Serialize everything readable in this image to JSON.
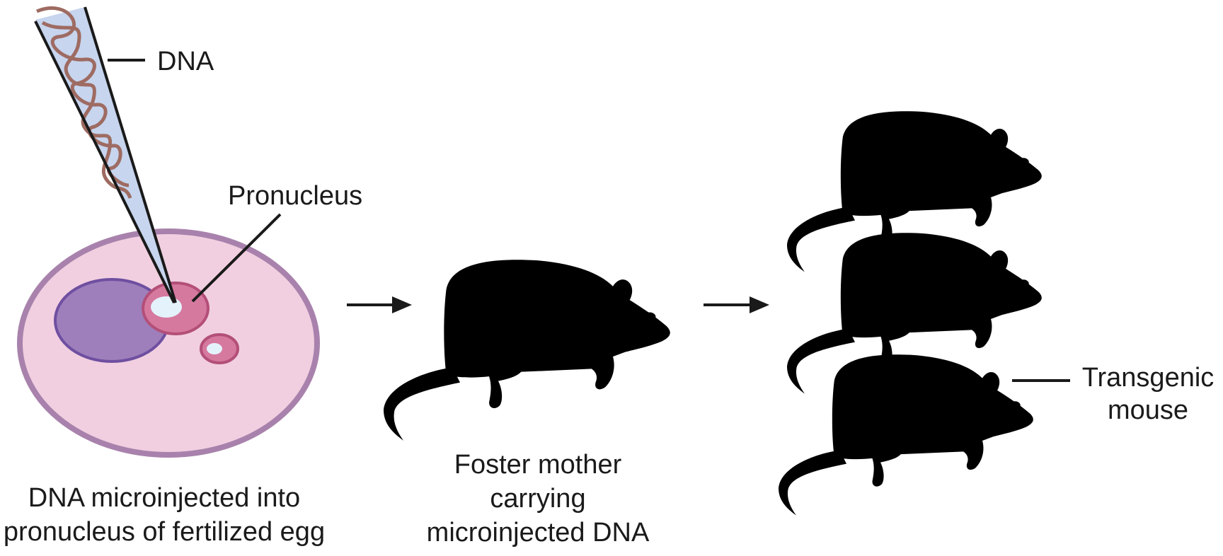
{
  "labels": {
    "dna": "DNA",
    "pronucleus": "Pronucleus",
    "transgenic_line1": "Transgenic",
    "transgenic_line2": "mouse"
  },
  "captions": {
    "egg": [
      "DNA microinjected into",
      "pronucleus of fertilized egg"
    ],
    "foster": [
      "Foster mother",
      "carrying",
      "microinjected DNA"
    ]
  },
  "colors": {
    "egg_outer_fill": "#f1cfe0",
    "egg_outer_stroke": "#a882ac",
    "nucleus_purple_fill": "#9e7fbb",
    "nucleus_purple_stroke": "#6f4fa0",
    "pronucleus_fill": "#d6799f",
    "pronucleus_stroke": "#b34f79",
    "pronucleus_core": "#e4f3fb",
    "pipette_fill": "#c7d5ee",
    "dna_strand": "#9e6b62",
    "mouse_brown_fill": "#a87a2c",
    "mouse_brown_stroke": "#6a4812",
    "mouse_transgenic_fill": "#a17b7b",
    "mouse_transgenic_stroke": "#6d4949",
    "ink": "#1a1a1a"
  },
  "mice": [
    {
      "role": "foster-mother",
      "variant": "brown"
    },
    {
      "role": "offspring",
      "variant": "brown"
    },
    {
      "role": "offspring",
      "variant": "brown"
    },
    {
      "role": "offspring-transgenic",
      "variant": "transgenic"
    }
  ]
}
